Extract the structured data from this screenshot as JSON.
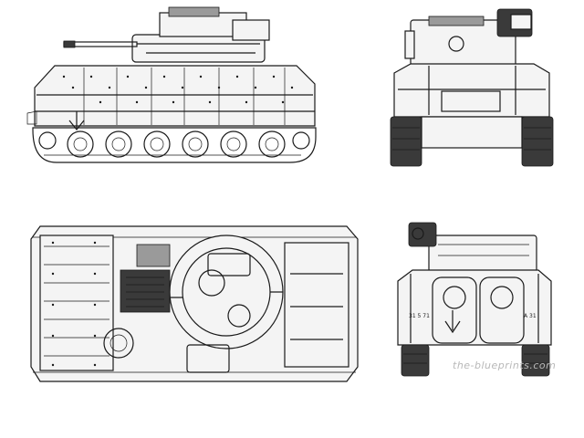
{
  "watermark": "the-blueprints.com",
  "side_view": {
    "marking": ""
  },
  "rear_view": {
    "marking_left": "31 5 71",
    "marking_right": "A 31"
  },
  "colors": {
    "ink": "#1a1a1a",
    "paper": "#ffffff",
    "shade": "#9a9a9a"
  }
}
